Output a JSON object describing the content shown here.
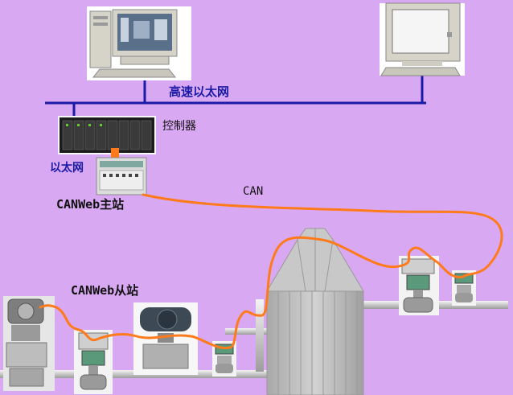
{
  "labels": {
    "ethernet_high_speed": "高速以太网",
    "controller": "控制器",
    "ethernet": "以太网",
    "can": "CAN",
    "canweb_master": "CANWeb主站",
    "canweb_slave": "CANWeb从站"
  },
  "colors": {
    "background": "#d9a8f2",
    "network_line": "#1a1aa6",
    "can_cable": "#ff7a1a",
    "pipe": "#d8d8d8",
    "silo": "#bdbdbd"
  },
  "icons": [
    "workstation-computer-icon",
    "monitor-computer-icon",
    "plc-controller-icon",
    "canweb-master-module-icon",
    "pressure-transmitter-icon",
    "control-valve-icon",
    "silo-tank-icon"
  ]
}
